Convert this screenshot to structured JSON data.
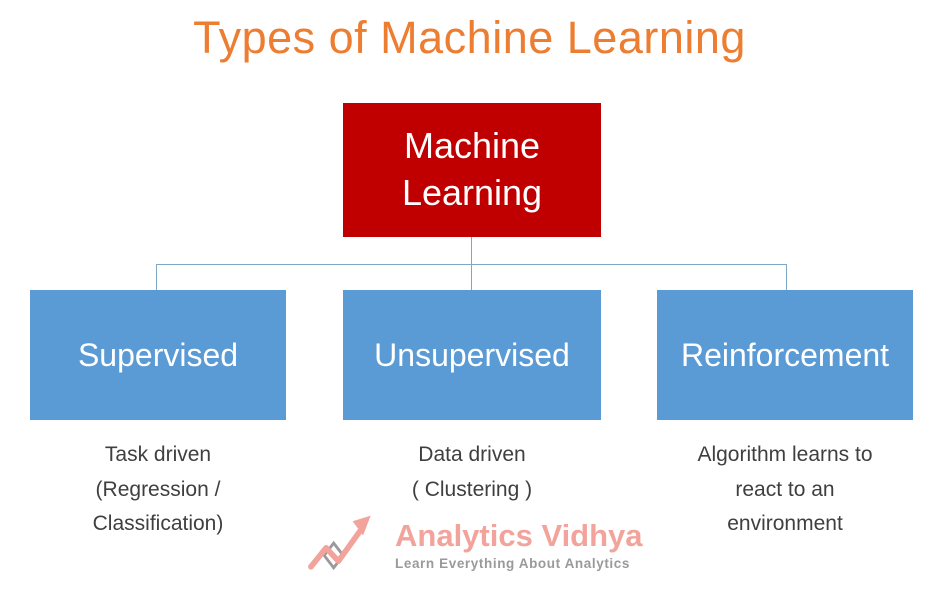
{
  "title": "Types of Machine Learning",
  "root": {
    "label": "Machine Learning"
  },
  "branches": [
    {
      "label": "Supervised",
      "description": "Task driven\n(Regression /\nClassification)"
    },
    {
      "label": "Unsupervised",
      "description": "Data driven\n( Clustering )"
    },
    {
      "label": "Reinforcement",
      "description": "Algorithm learns to\nreact to an\nenvironment"
    }
  ],
  "logo": {
    "brand": "Analytics Vidhya",
    "tagline": "Learn Everything About Analytics"
  },
  "colors": {
    "title_orange": "#ED7D31",
    "root_red": "#C00000",
    "branch_blue": "#5B9BD5",
    "connector_blue": "#7DA7C4",
    "description_gray": "#3F3F3F",
    "brand_salmon": "#F2A49C",
    "tagline_gray": "#9A9A9A"
  }
}
